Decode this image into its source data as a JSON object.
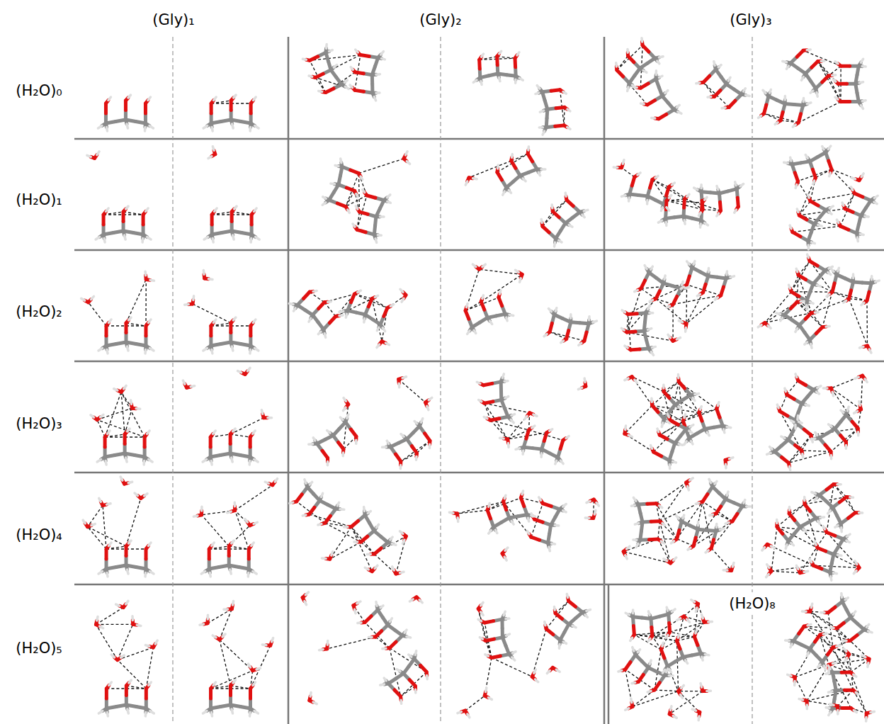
{
  "diagram": {
    "labels": [
      "(Gly)₁",
      "(Gly)₂",
      "(Gly)₃",
      "(H₂O)₀",
      "(H₂O)₁",
      "(H₂O)₂",
      "(H₂O)₃",
      "(H₂O)₄",
      "(H₂O)₅",
      "(H₂O)₈"
    ]
  }
}
